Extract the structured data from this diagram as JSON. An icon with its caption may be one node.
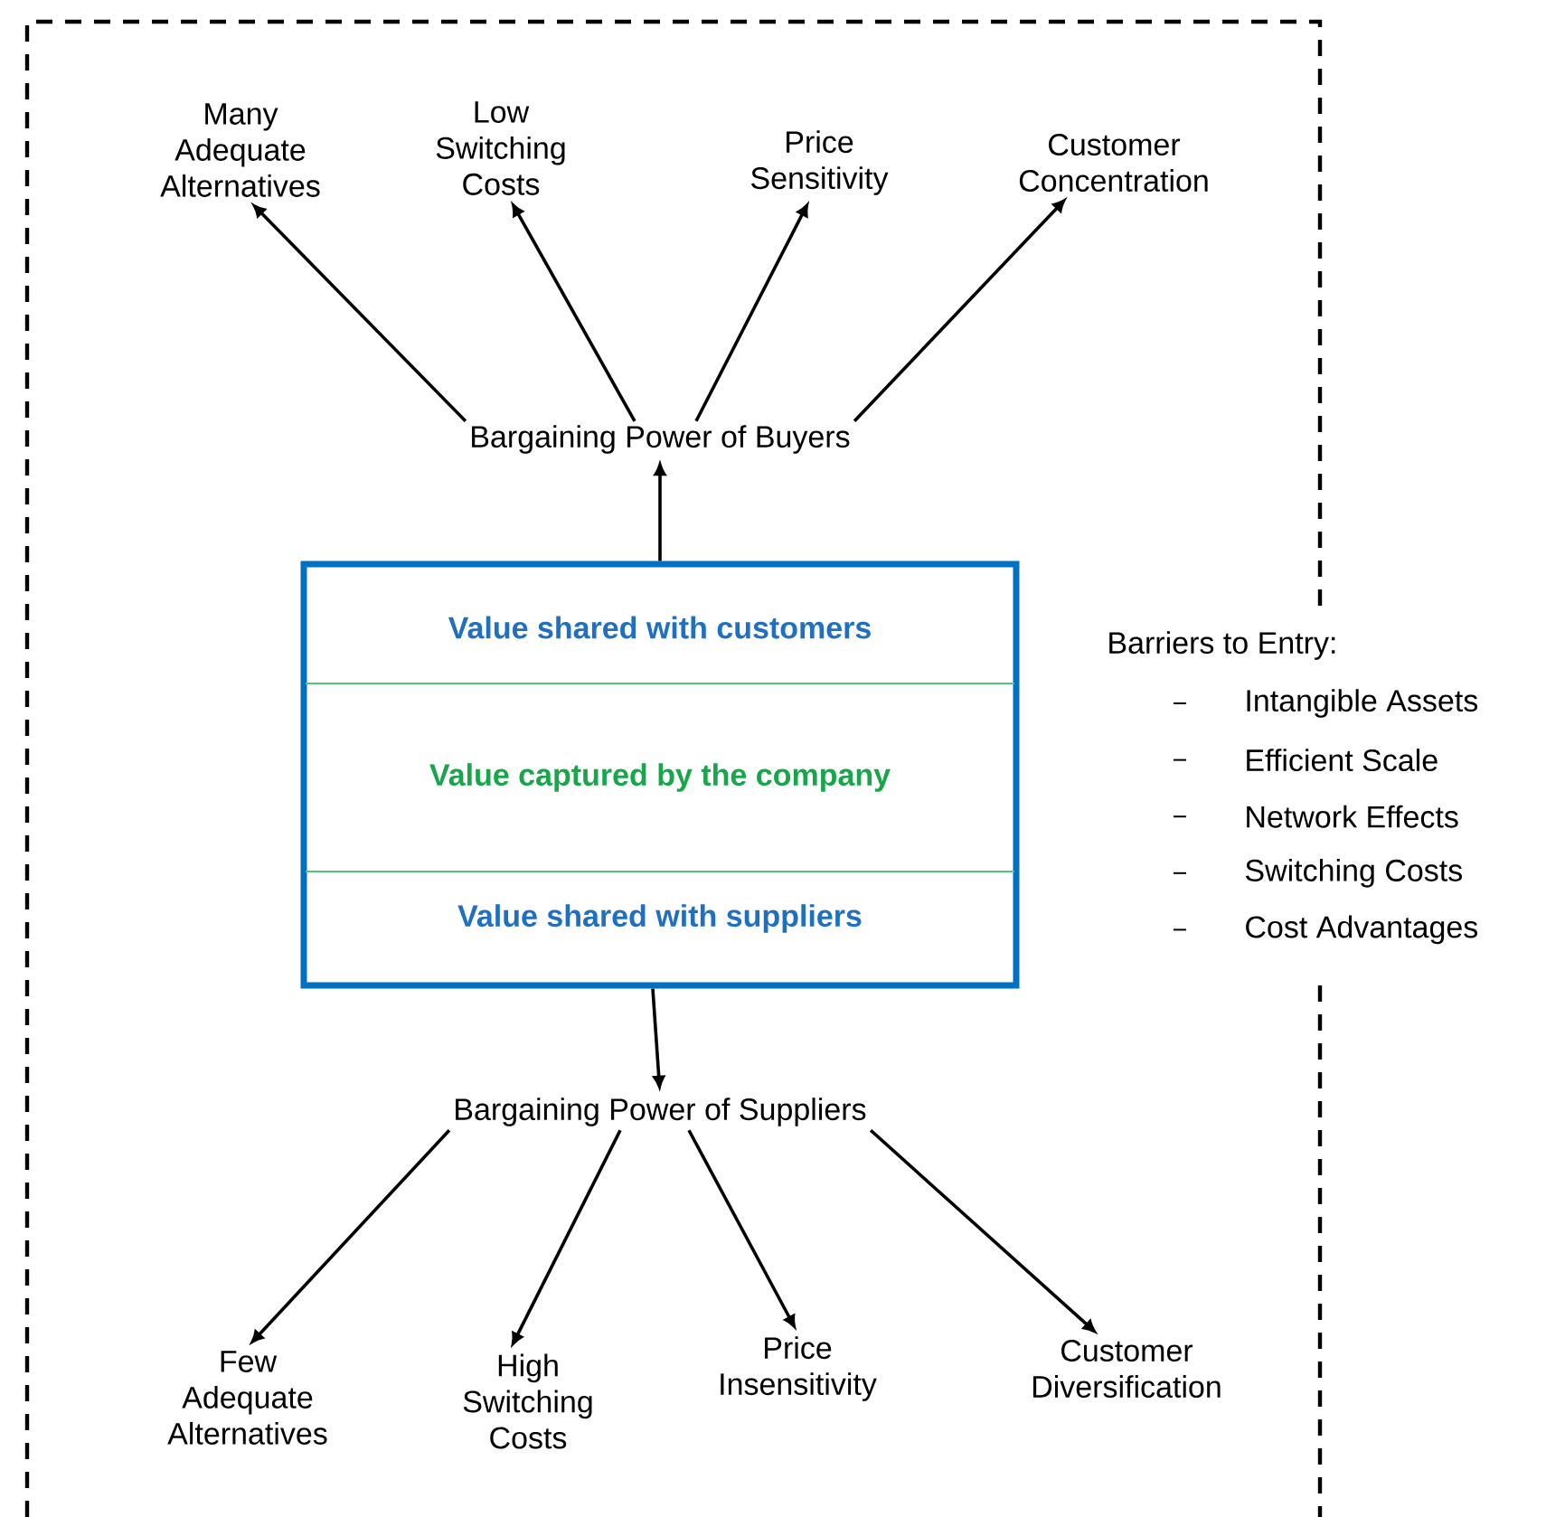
{
  "diagram": {
    "nodes": [
      {
        "text": [
          "Value shared with customers",
          "Value captured by the company",
          "Value shared with suppliers"
        ]
      },
      {
        "text": [
          "Bargaining Power of Buyers"
        ]
      },
      {
        "text": [
          "Many Adequate Alternatives"
        ]
      },
      {
        "text": [
          "Low Switching Costs"
        ]
      },
      {
        "text": [
          "Price Sensitivity"
        ]
      },
      {
        "text": [
          "Customer Concentration"
        ]
      },
      {
        "text": [
          "Bargaining Power of Suppliers"
        ]
      },
      {
        "text": [
          "Few Adequate Alternatives"
        ]
      },
      {
        "text": [
          "High Switching Costs"
        ]
      },
      {
        "text": [
          "Price Insensitivity"
        ]
      },
      {
        "text": [
          "Customer Diversification"
        ]
      }
    ],
    "edges": [
      {
        "from": 0,
        "to": 1,
        "arrow": "to"
      },
      {
        "from": 1,
        "to": 2,
        "arrow": "to"
      },
      {
        "from": 1,
        "to": 3,
        "arrow": "to"
      },
      {
        "from": 1,
        "to": 4,
        "arrow": "to"
      },
      {
        "from": 1,
        "to": 5,
        "arrow": "to"
      },
      {
        "from": 0,
        "to": 6,
        "arrow": "to"
      },
      {
        "from": 6,
        "to": 7,
        "arrow": "to"
      },
      {
        "from": 6,
        "to": 8,
        "arrow": "to"
      },
      {
        "from": 6,
        "to": 9,
        "arrow": "to"
      },
      {
        "from": 6,
        "to": 10,
        "arrow": "to"
      }
    ],
    "labels": [
      "Barriers to Entry:",
      "Intangible Assets",
      "Efficient Scale",
      "Network Effects",
      "Switching Costs",
      "Cost Advantages"
    ]
  }
}
